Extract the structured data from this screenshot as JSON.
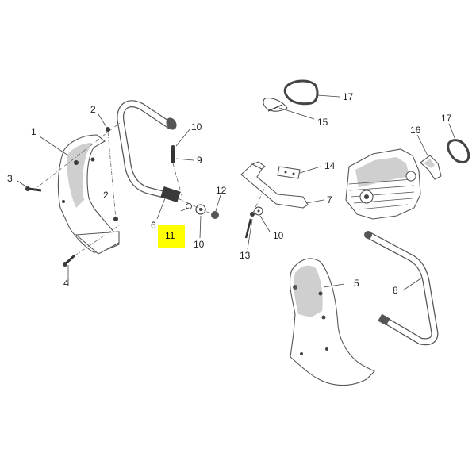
{
  "labels": {
    "p1": "1",
    "p2": "2",
    "p3": "3",
    "p4": "4",
    "p5": "5",
    "p6": "6",
    "p7": "7",
    "p8": "8",
    "p9": "9",
    "p10a": "10",
    "p10b": "10",
    "p10c": "10",
    "p11": "11",
    "p12": "12",
    "p13": "13",
    "p14": "14",
    "p15": "15",
    "p16": "16",
    "p17a": "17",
    "p17b": "17"
  },
  "colors": {
    "highlight": "#ffff00",
    "line": "#444444"
  }
}
